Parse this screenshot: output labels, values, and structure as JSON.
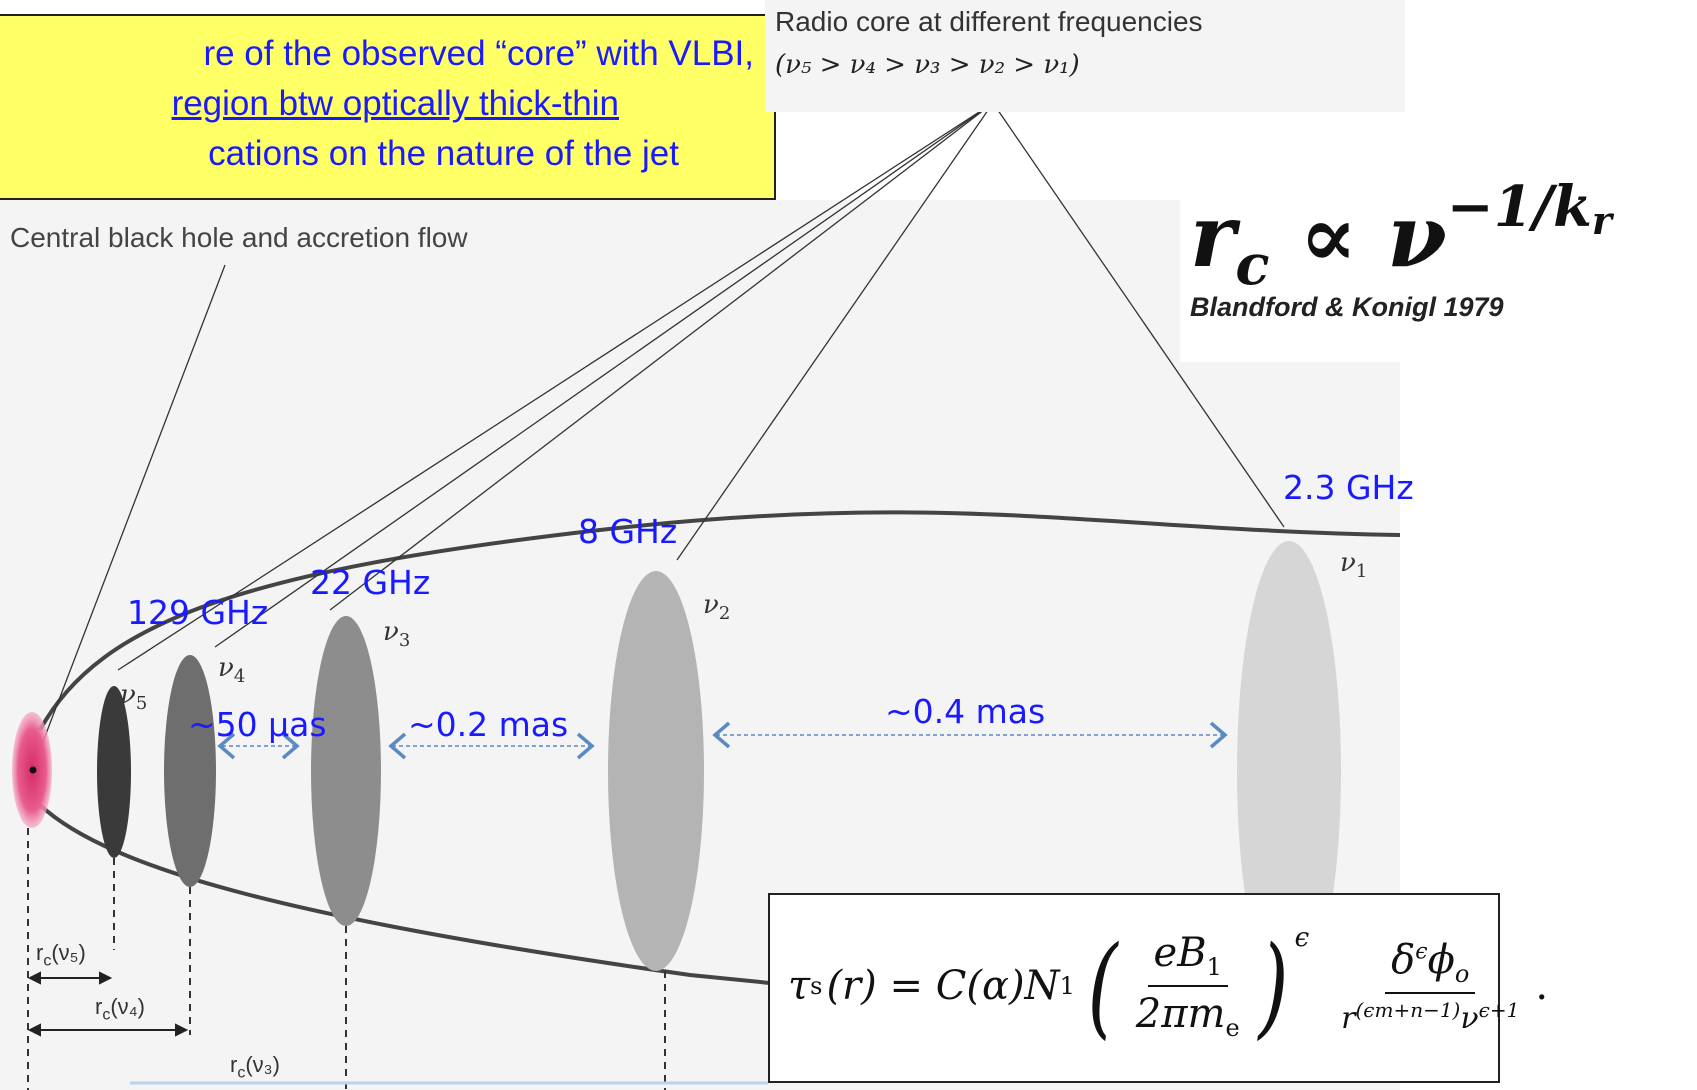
{
  "callout": {
    "line1": "re of the observed “core” with VLBI,",
    "line2": "region btw optically thick-thin",
    "line3": "cations on the nature of the jet"
  },
  "caption": {
    "title": "Radio core at different frequencies",
    "order": "(ν₅ > ν₄ > ν₃ > ν₂ > ν₁)",
    "bh": "Central black hole and accretion flow"
  },
  "formula": {
    "lhs": "r",
    "lhs_sub": "c",
    "rel": " ∝ ν",
    "exp": "−1/k",
    "exp_sub": "r",
    "reference": "Blandford & Konigl 1979"
  },
  "frequencies": {
    "f1": "2.3 GHz",
    "f2": "8 GHz",
    "f3": "22 GHz",
    "f4": "129 GHz"
  },
  "separations": {
    "s1": "~50 μas",
    "s2": "~0.2 mas",
    "s3": "~0.4 mas"
  },
  "core_labels": {
    "n1": "ν",
    "n1_sub": "1",
    "n2": "ν",
    "n2_sub": "2",
    "n3": "ν",
    "n3_sub": "3",
    "n4": "ν",
    "n4_sub": "4",
    "n5": "ν",
    "n5_sub": "5"
  },
  "radius_labels": {
    "r5": "r",
    "r5_sub": "c",
    "r5_arg": "(ν₅)",
    "r4": "r",
    "r4_sub": "c",
    "r4_arg": "(ν₄)",
    "r3": "r",
    "r3_sub": "c",
    "r3_arg": "(ν₃)"
  },
  "equation": {
    "lhs": "τ",
    "lhs_sub": "s",
    "lhs_arg": "(r) = C(α)N",
    "n_sub": "1",
    "num1": "eB",
    "num1_sub": "1",
    "den1": "2πm",
    "den1_sub": "e",
    "eps": "ϵ",
    "num2": "δ",
    "num2_sup": "ϵ",
    "num2_rest": "ϕ",
    "num2_sub": "o",
    "den2": "r",
    "den2_sup": "(ϵm+n−1)",
    "den2_mid": "ν",
    "den2_sup2": "ϵ+1",
    "end": "."
  },
  "colors": {
    "accent": "#1a1aff",
    "callout_bg": "#ffff66",
    "arrow": "#5b8ac2"
  }
}
